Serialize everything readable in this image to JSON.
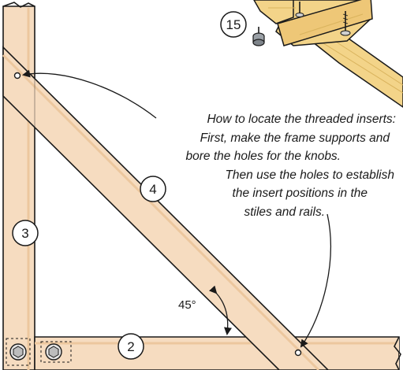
{
  "colors": {
    "wood": "#f6dcc0",
    "wood_dark": "#ecc79e",
    "pale_wood": "#f3d489",
    "pale_wood_dark": "#d9b35d",
    "outline": "#1a1a1a",
    "knob": "#9aa0a6"
  },
  "parts": {
    "stile": "3",
    "rail": "2",
    "brace": "4",
    "knob": "15"
  },
  "angle": "45°",
  "callout": {
    "lines": [
      "How to locate the threaded inserts:",
      "First, make the frame supports and",
      "bore the holes for the knobs.",
      "Then use the holes to establish",
      "the insert positions in the",
      "stiles and rails."
    ]
  },
  "icons": {
    "insert_bolt": "hex-bolt-icon",
    "knob": "knob-icon",
    "screw": "screw-icon"
  }
}
